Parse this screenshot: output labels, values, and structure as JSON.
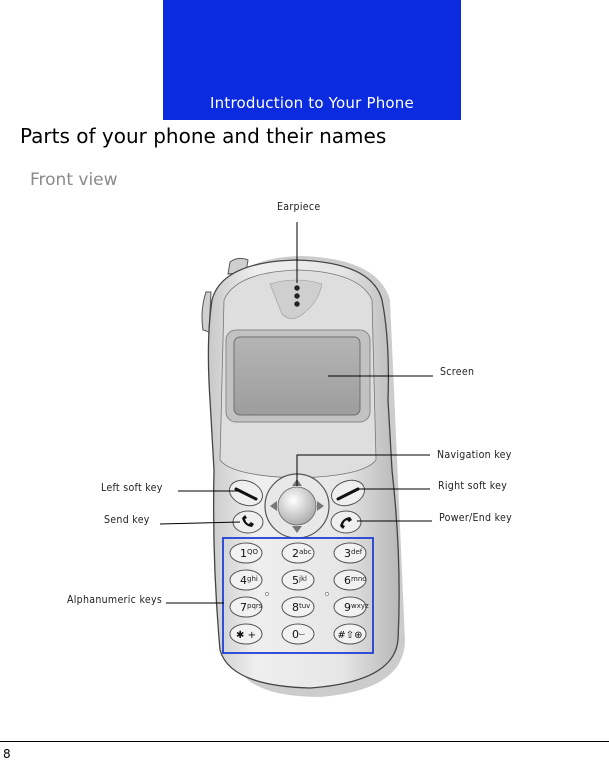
{
  "header": {
    "chapter_title": "Introduction to Your Phone",
    "band_color": "#0a2be0"
  },
  "section": {
    "title": "Parts of your phone and their names",
    "subtitle": "Front view"
  },
  "labels": {
    "earpiece": "Earpiece",
    "screen": "Screen",
    "navigation_key": "Navigation key",
    "left_soft_key": "Left soft key",
    "right_soft_key": "Right soft key",
    "send_key": "Send key",
    "power_end_key": "Power/End key",
    "alphanumeric_keys": "Alphanumeric keys"
  },
  "keypad": [
    {
      "digit": "1",
      "letters": "QO"
    },
    {
      "digit": "2",
      "letters": "abc"
    },
    {
      "digit": "3",
      "letters": "def"
    },
    {
      "digit": "4",
      "letters": "ghi"
    },
    {
      "digit": "5",
      "letters": "jkl"
    },
    {
      "digit": "6",
      "letters": "mno"
    },
    {
      "digit": "7",
      "letters": "pqrs"
    },
    {
      "digit": "8",
      "letters": "tuv"
    },
    {
      "digit": "9",
      "letters": "wxyz"
    },
    {
      "digit": "✱ +",
      "letters": ""
    },
    {
      "digit": "0",
      "letters": "⌴"
    },
    {
      "digit": "#⇧⊕",
      "letters": ""
    }
  ],
  "footer": {
    "page_number": "8"
  }
}
